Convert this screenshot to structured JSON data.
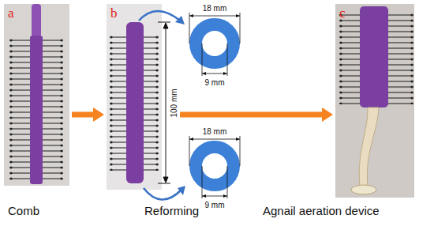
{
  "diagram": {
    "nodes": [
      {
        "text": [
          "a",
          "Comb"
        ]
      },
      {
        "text": [
          "b",
          "Reforming"
        ]
      },
      {
        "text": [
          "c",
          "Agnail aeration device"
        ]
      }
    ],
    "edges": [
      {
        "from": 0,
        "to": 1,
        "arrow": "to"
      },
      {
        "from": 1,
        "to": 2,
        "arrow": "to"
      }
    ],
    "labels": [
      "18 mm",
      "9 mm",
      "100 mm",
      "18 mm",
      "9 mm"
    ]
  }
}
